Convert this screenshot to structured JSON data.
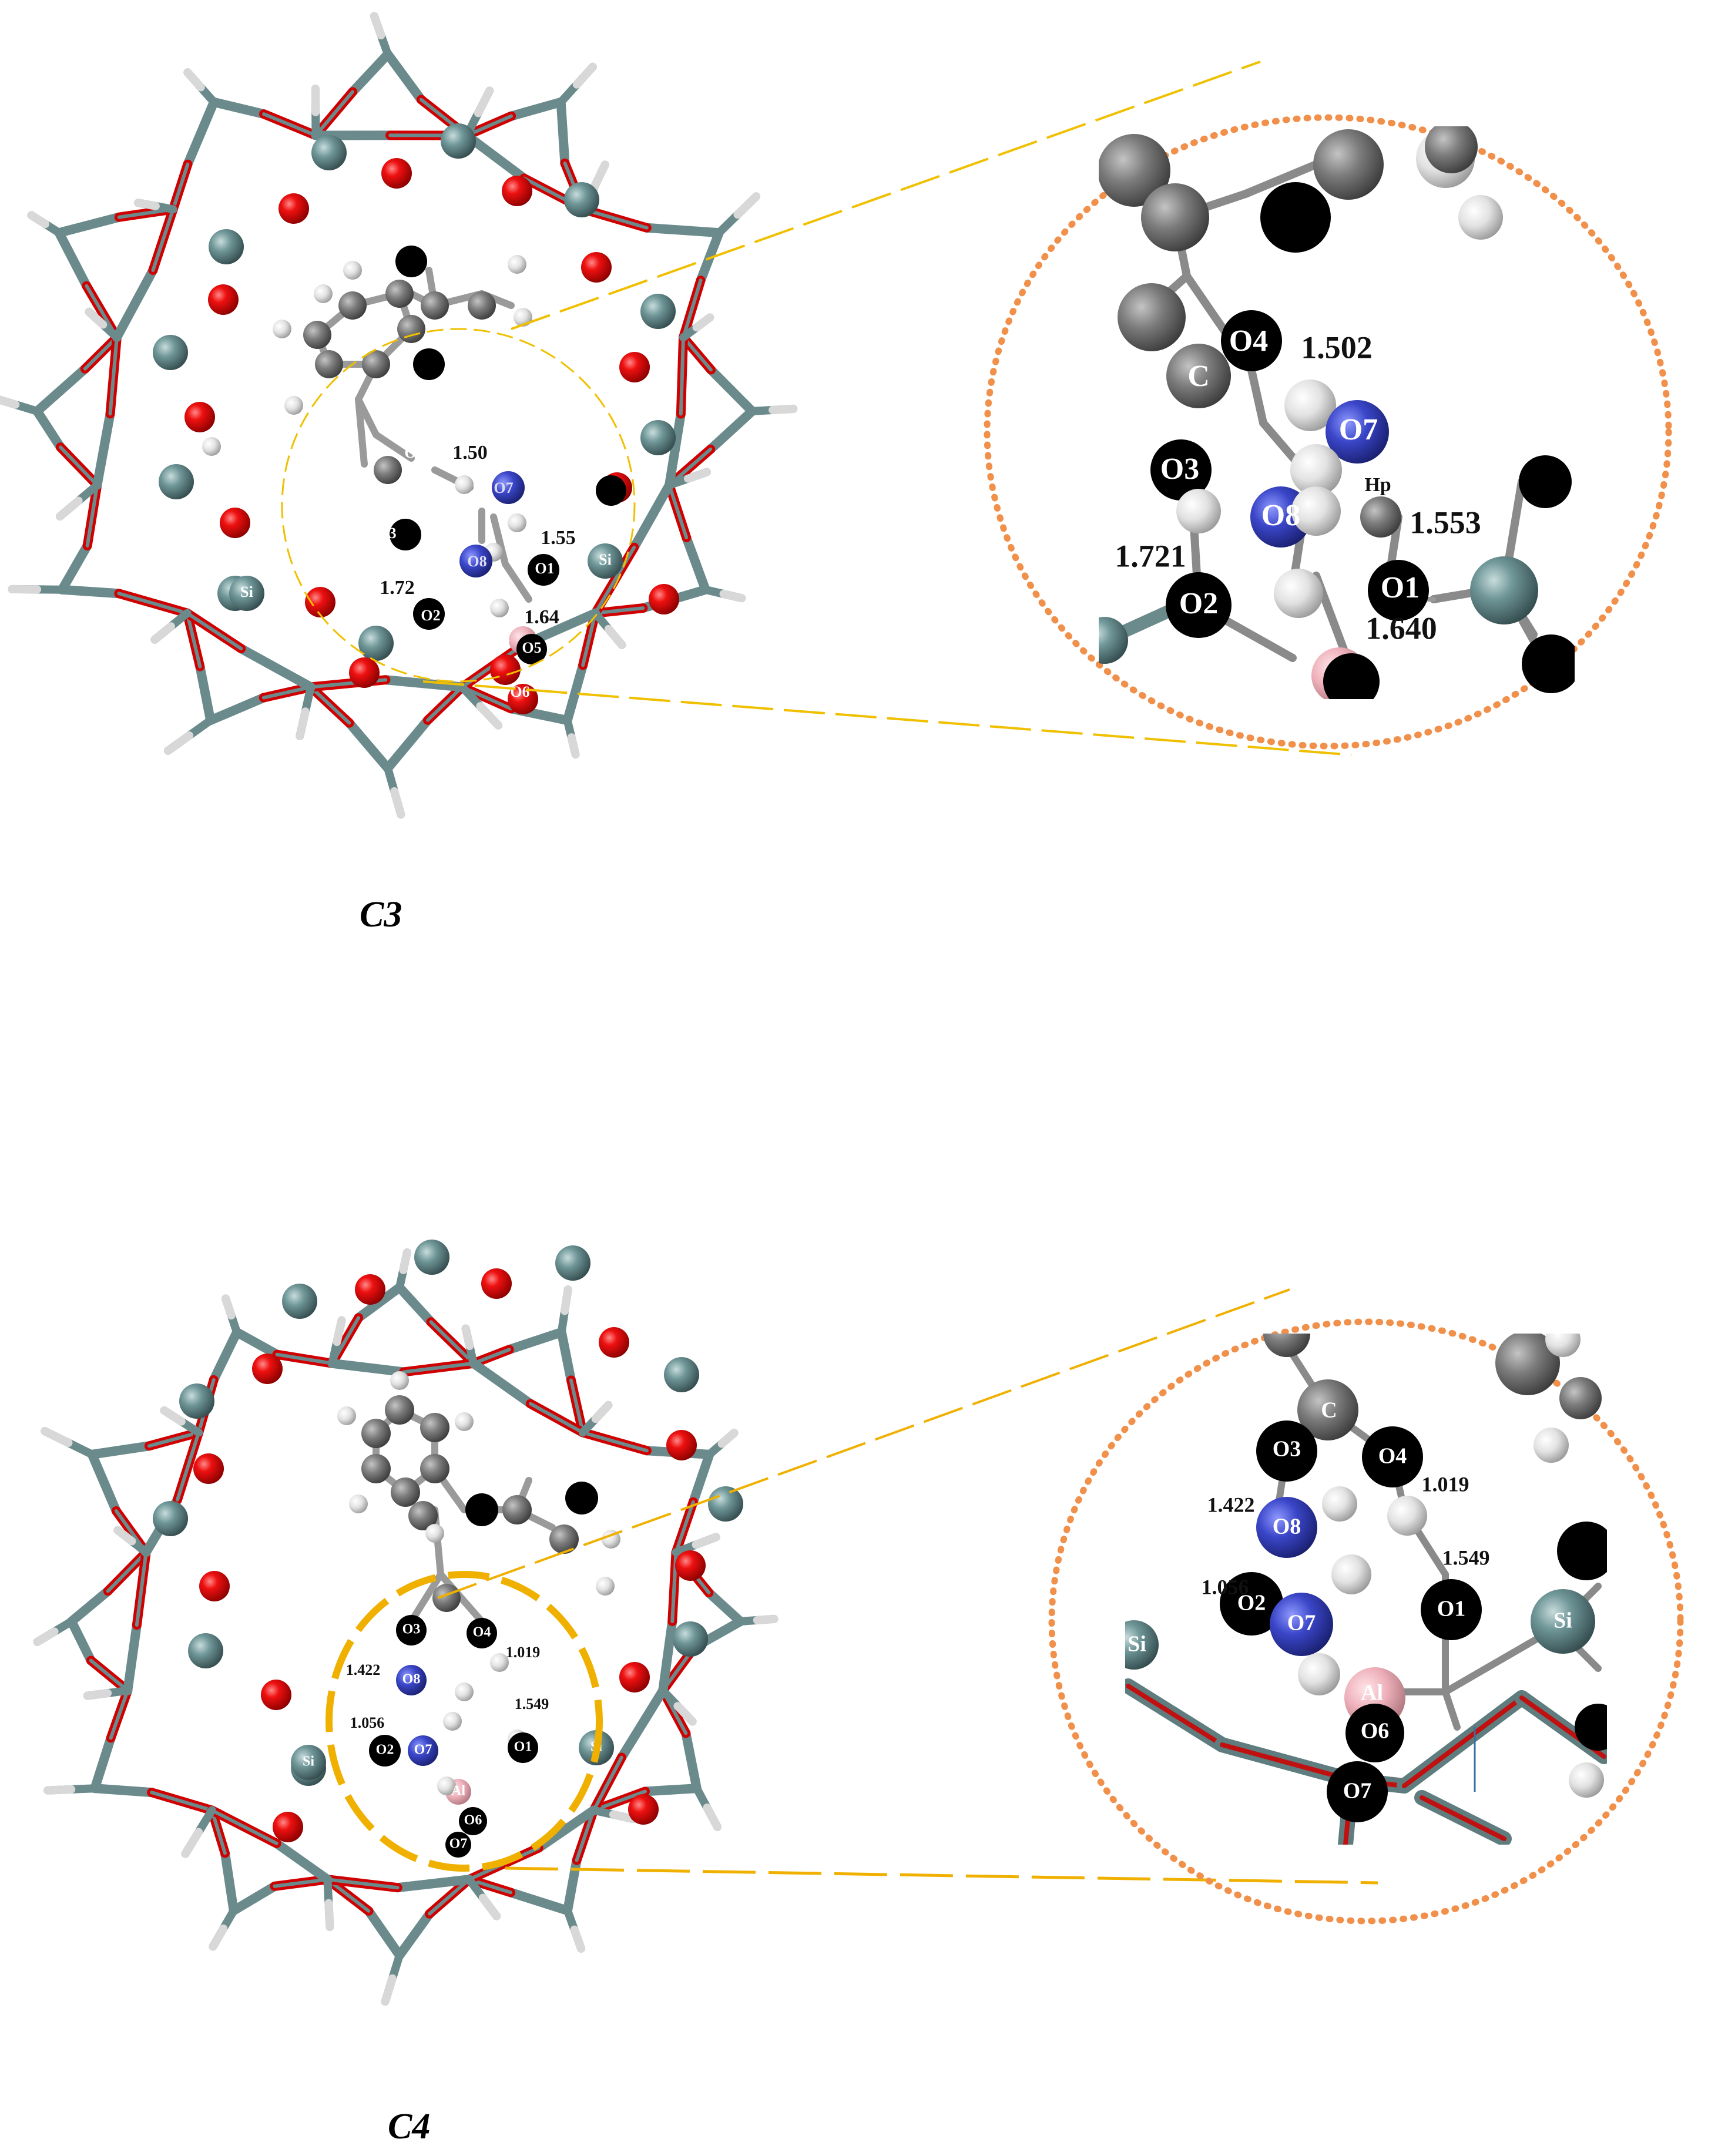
{
  "figure": {
    "panels": [
      {
        "id": "C3",
        "title": "C3",
        "overview_labels": {
          "atoms": [
            "O4",
            "O7",
            "O3",
            "O8",
            "O1",
            "Si",
            "O2",
            "Al",
            "O6",
            "O5",
            "Si"
          ],
          "distances": [
            "1.50",
            "1.55",
            "1.72",
            "1.64"
          ]
        },
        "zoom_labels": {
          "atoms": [
            "O4",
            "C",
            "O7",
            "O3",
            "O8",
            "Hp",
            "O1",
            "O2"
          ],
          "distances": [
            "1.502",
            "1.553",
            "1.721",
            "1.640"
          ]
        }
      },
      {
        "id": "C4",
        "title": "C4",
        "overview_labels": {
          "atoms": [
            "O3",
            "O4",
            "O8",
            "O7",
            "O2",
            "O1",
            "Si",
            "Si",
            "Al",
            "O6",
            "O7"
          ],
          "distances": [
            "1.019",
            "1.422",
            "1.549",
            "1.056"
          ]
        },
        "zoom_labels": {
          "atoms": [
            "C",
            "O3",
            "O4",
            "O8",
            "O2",
            "O7",
            "O1",
            "Si",
            "Si",
            "Al",
            "O6",
            "O7"
          ],
          "distances": [
            "1.019",
            "1.422",
            "1.549",
            "1.056"
          ]
        }
      }
    ],
    "colors": {
      "oxygen": "#e00000",
      "silicon": "#6e9496",
      "hydrogen": "#e8e8e8",
      "carbon": "#7a7a7a",
      "aluminum": "#f0b4bc",
      "water_oxygen": "#3a46c8",
      "framework_bond": "#6b8a8c",
      "framework_bond_oxygen": "#d00000",
      "zoom_circle": "#f0904a",
      "zoom_guide": "#f0c000",
      "zoom_guide_c4": "#f0b000"
    }
  }
}
